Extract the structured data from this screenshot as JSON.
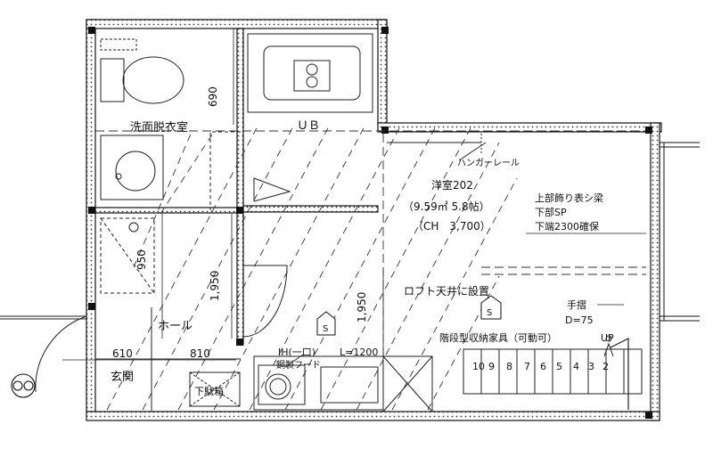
{
  "rooms": {
    "washroom": "洗面脱衣室",
    "unit_bath": "ＵＢ",
    "western_room": "洋室202",
    "room_area": "（9.59㎡ 5.8帖）",
    "ceiling_height": "（CH　3,700）",
    "hall": "ホール",
    "entrance": "玄関"
  },
  "fixtures": {
    "hanger_rail": "ハンガーレール",
    "beam_note_1": "上部飾り表シ梁",
    "beam_note_2": "下部SP",
    "beam_note_3": "下端2300確保",
    "loft_note": "ロフト天井に設置",
    "handrail": "手摺",
    "handrail_d": "D=75",
    "stair_storage": "階段型収納家具（可動可）",
    "up": "UP",
    "ih": "IH(一口)",
    "ih_length": "L=1200",
    "range_hood": "鋼製フード",
    "shoe_box": "下駄箱",
    "smoke_detector": "S"
  },
  "dimensions": {
    "d690": "690",
    "d950": "950",
    "d1950_left": "1,950",
    "d1950_right": "1,950",
    "d610": "610",
    "d810": "810"
  },
  "stair_steps": [
    "10",
    "9",
    "8",
    "7",
    "6",
    "5",
    "4",
    "3",
    "2"
  ]
}
